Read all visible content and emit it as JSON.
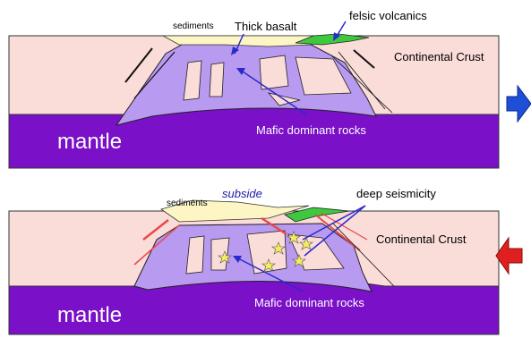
{
  "panels": [
    {
      "labels": {
        "sediments": "sediments",
        "thick_basalt": "Thick basalt",
        "felsic_volcanics": "felsic volcanics",
        "continental_crust": "Continental Crust",
        "mafic_rocks": "Mafic dominant rocks",
        "mantle": "mantle"
      },
      "arrow": {
        "direction": "right",
        "color": "#1f4fd6"
      }
    },
    {
      "labels": {
        "sediments": "sediments",
        "subside": "subside",
        "deep_seismicity": "deep seismicity",
        "continental_crust": "Continental Crust",
        "mafic_rocks": "Mafic dominant rocks",
        "mantle": "mantle"
      },
      "arrow": {
        "direction": "left",
        "color": "#e02020"
      }
    }
  ],
  "colors": {
    "crust": "#fadcd8",
    "mantle": "#7a10c8",
    "mafic": "#b89af0",
    "sediment": "#fdf6c4",
    "felsic": "#3ec83e",
    "star": "#f6ec60",
    "pointer": "#2a2acc",
    "fault_red": "#e84a4a"
  }
}
